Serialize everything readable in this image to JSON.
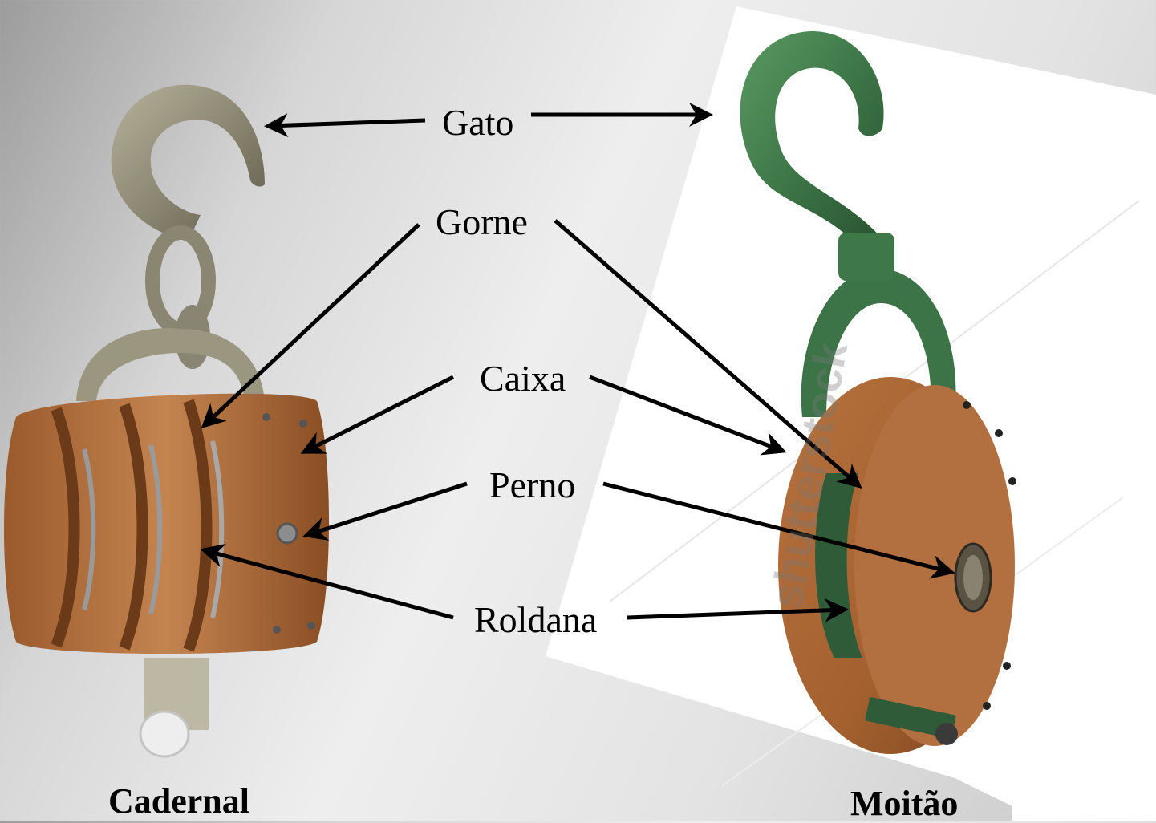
{
  "labels": {
    "gato": "Gato",
    "gorne": "Gorne",
    "caixa": "Caixa",
    "perno": "Perno",
    "roldana": "Roldana"
  },
  "captions": {
    "left": "Cadernal",
    "right": "Moitão"
  },
  "watermark": "shutterstock",
  "colors": {
    "wood": "#a8683a",
    "wood_dark": "#7a4520",
    "metal": "#8f8a76",
    "green_hook": "#3f7a4a",
    "arrow": "#000000"
  }
}
